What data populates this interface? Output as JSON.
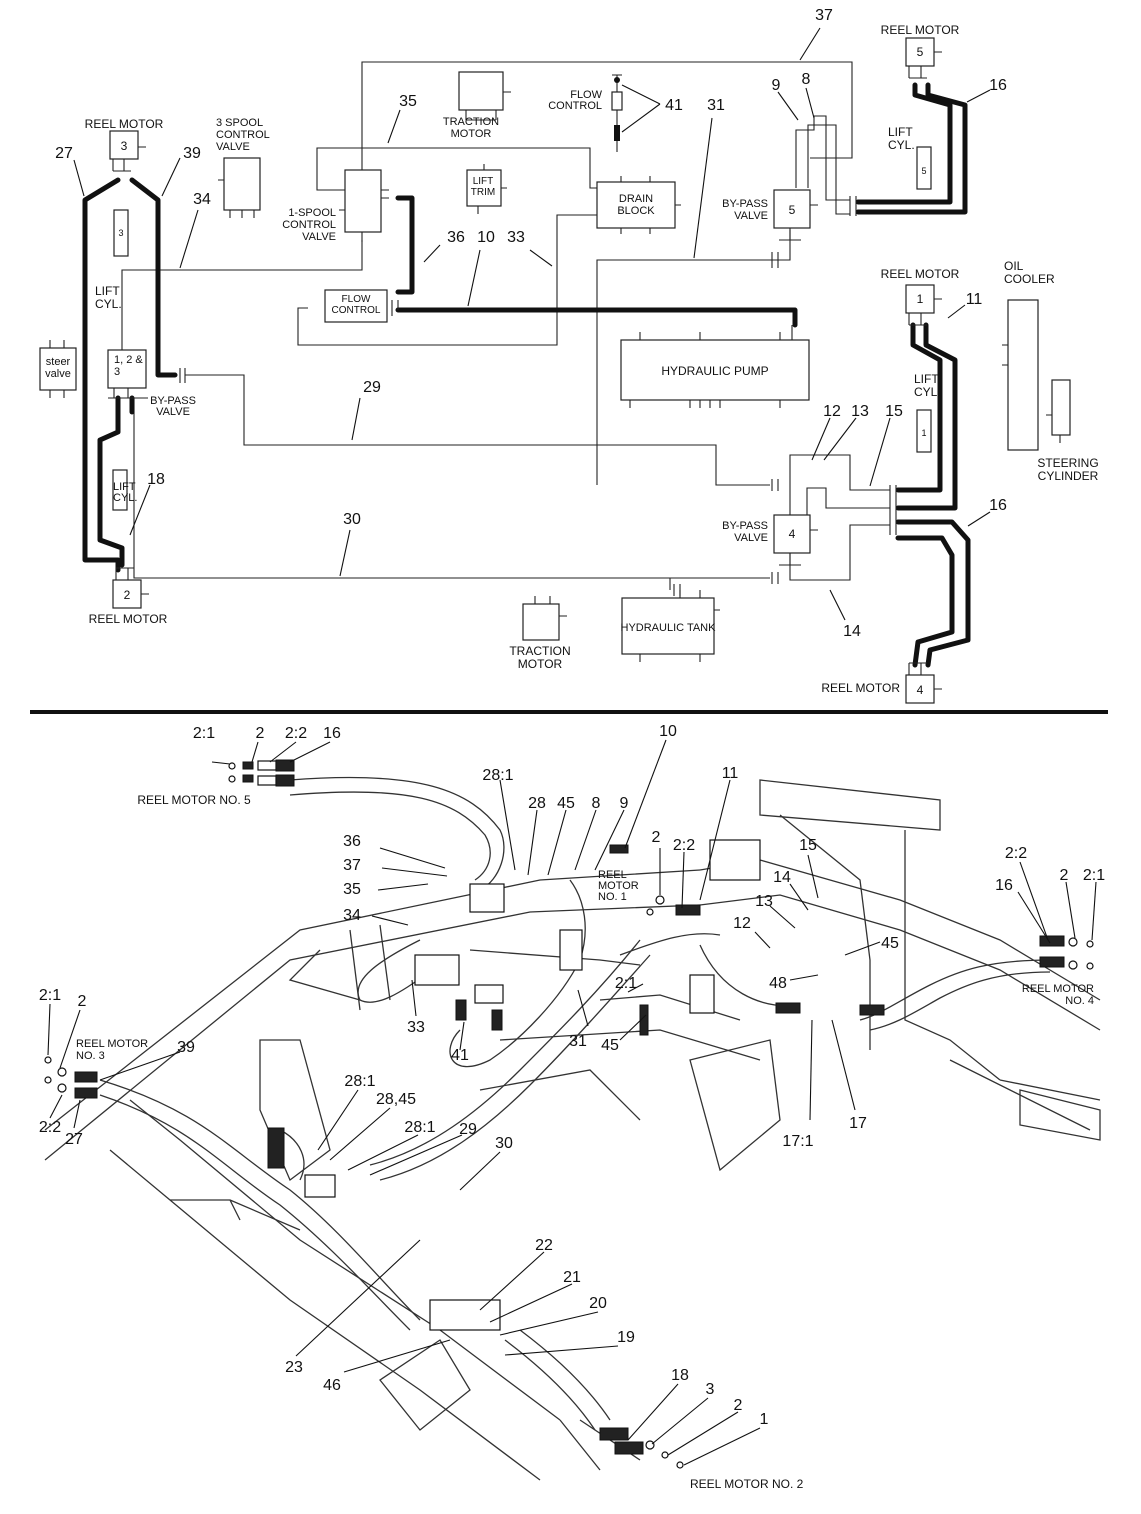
{
  "schematic": {
    "reel_motor_label": "REEL MOTOR",
    "motor_numbers": [
      "3",
      "5",
      "1",
      "2",
      "4"
    ],
    "lift_cyl_numbers": [
      "3",
      "5",
      "1"
    ],
    "spool3_label": "3 SPOOL CONTROL VALVE",
    "spool1_label": "1-SPOOL CONTROL VALVE",
    "traction_motor_label": "TRACTION MOTOR",
    "lift_trim_label": "LIFT TRIM",
    "flow_control_label": "FLOW CONTROL",
    "drain_block_label": "DRAIN BLOCK",
    "bypass_valve_label": "BY-PASS VALVE",
    "bypass_numbers": [
      "5",
      "4"
    ],
    "bypass_combined_label": "1, 2 & 3",
    "lift_cyl_label": "LIFT CYL.",
    "steer_valve_label": "steer valve",
    "hydraulic_pump_label": "HYDRAULIC PUMP",
    "hydraulic_tank_label": "HYDRAULIC TANK",
    "oil_cooler_label": "OIL COOLER",
    "steering_cylinder_label": "STEERING CYLINDER",
    "callouts": [
      "37",
      "35",
      "41",
      "31",
      "9",
      "8",
      "16",
      "27",
      "39",
      "34",
      "36",
      "10",
      "33",
      "11",
      "29",
      "12",
      "13",
      "15",
      "18",
      "30",
      "14"
    ]
  },
  "assembly": {
    "reel_motor_no5": "REEL MOTOR NO. 5",
    "reel_motor_no1": "REEL MOTOR NO. 1",
    "reel_motor_no3": "REEL MOTOR NO. 3",
    "reel_motor_no4": "REEL MOTOR NO. 4",
    "reel_motor_no2": "REEL MOTOR NO. 2",
    "callouts": [
      "2:1",
      "2",
      "2:2",
      "16",
      "28:1",
      "28",
      "45",
      "8",
      "9",
      "10",
      "11",
      "36",
      "37",
      "35",
      "34",
      "33",
      "41",
      "31",
      "2:1",
      "45",
      "2",
      "2:2",
      "15",
      "14",
      "13",
      "12",
      "48",
      "45",
      "17:1",
      "17",
      "2:2",
      "16",
      "2",
      "2:1",
      "2:1",
      "2",
      "39",
      "2:2",
      "27",
      "28:1",
      "28,45",
      "28:1",
      "29",
      "30",
      "22",
      "21",
      "20",
      "19",
      "23",
      "46",
      "18",
      "3",
      "2",
      "1"
    ]
  }
}
